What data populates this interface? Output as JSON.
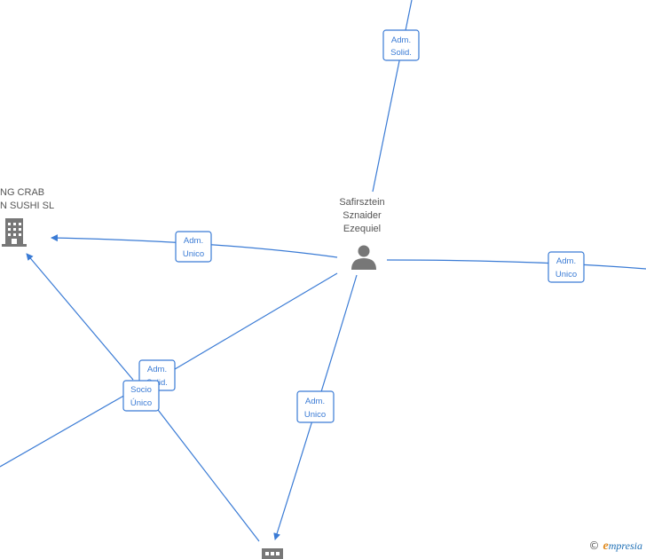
{
  "nodes": {
    "person": {
      "name_lines": [
        "Safirsztein",
        "Sznaider",
        "Ezequiel"
      ],
      "icon": "person-icon"
    },
    "company_left": {
      "name_lines": [
        "NG CRAB",
        "N SUSHI  SL"
      ],
      "icon": "building-icon"
    },
    "company_bottom": {
      "icon": "building-icon"
    }
  },
  "edge_labels": {
    "top": [
      "Adm.",
      "Solid."
    ],
    "left": [
      "Adm.",
      "Unico"
    ],
    "right": [
      "Adm.",
      "Unico"
    ],
    "mid": [
      "Adm.",
      "Solid."
    ],
    "socio": [
      "Socio",
      "Único"
    ],
    "down": [
      "Adm.",
      "Unico"
    ]
  },
  "colors": {
    "edge": "#3a7bd5",
    "icon": "#777777"
  },
  "watermark": {
    "symbol": "©",
    "brand_initial": "e",
    "brand_rest": "mpresia"
  }
}
